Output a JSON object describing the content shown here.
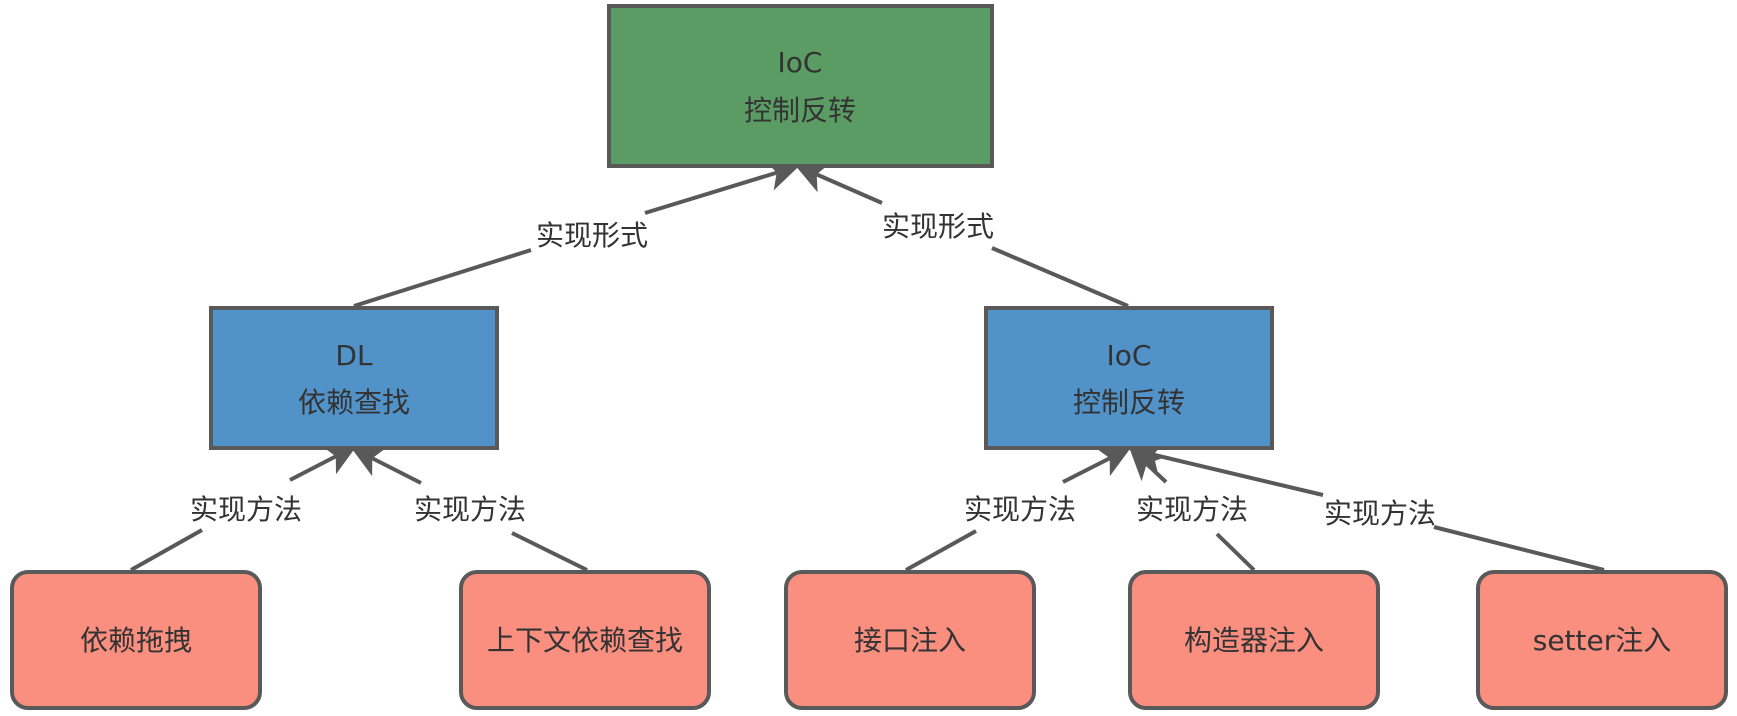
{
  "colors": {
    "root": "#5a9c64",
    "middle": "#5192c8",
    "leaf": "#fa8f80",
    "stroke": "#595959",
    "text": "#333333"
  },
  "nodes": {
    "ioc_root": {
      "line1": "IoC",
      "line2": "控制反转"
    },
    "dl": {
      "line1": "DL",
      "line2": "依赖查找"
    },
    "ioc_mid": {
      "line1": "IoC",
      "line2": "控制反转"
    },
    "drag": {
      "label": "依赖拖拽"
    },
    "context_lookup": {
      "label": "上下文依赖查找"
    },
    "interface_injection": {
      "label": "接口注入"
    },
    "constructor_injection": {
      "label": "构造器注入"
    },
    "setter_injection": {
      "label": "setter注入"
    }
  },
  "edges": {
    "dl_to_root": "实现形式",
    "iocmid_to_root": "实现形式",
    "drag_to_dl": "实现方法",
    "context_to_dl": "实现方法",
    "interface_to_iocmid": "实现方法",
    "constructor_to_iocmid": "实现方法",
    "setter_to_iocmid": "实现方法"
  }
}
